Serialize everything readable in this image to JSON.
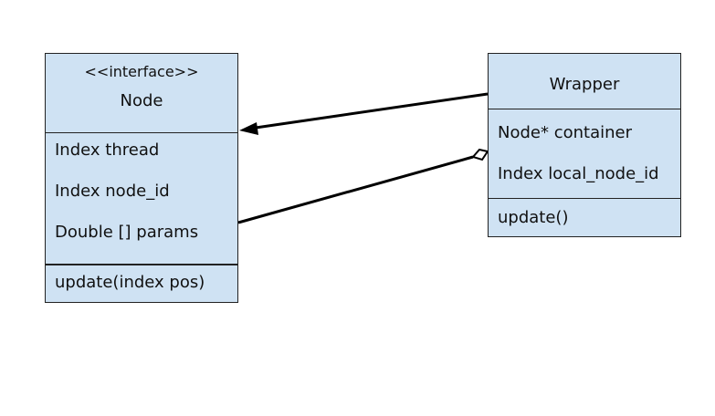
{
  "classes": {
    "node": {
      "stereotype": "<<interface>>",
      "name": "Node",
      "attributes": [
        "Index thread",
        "Index node_id",
        "Double [] params"
      ],
      "operations": [
        "update(index pos)"
      ]
    },
    "wrapper": {
      "name": "Wrapper",
      "attributes": [
        "Node*  container",
        "Index local_node_id"
      ],
      "operations": [
        "update()"
      ]
    }
  },
  "relationships": [
    {
      "type": "association",
      "from": "wrapper",
      "to": "node",
      "arrowhead": "filled-arrow"
    },
    {
      "type": "aggregation",
      "from": "node",
      "to": "wrapper",
      "marker": "hollow-diamond"
    }
  ],
  "colors": {
    "class_fill": "#cfe2f3",
    "stroke": "#000000"
  }
}
